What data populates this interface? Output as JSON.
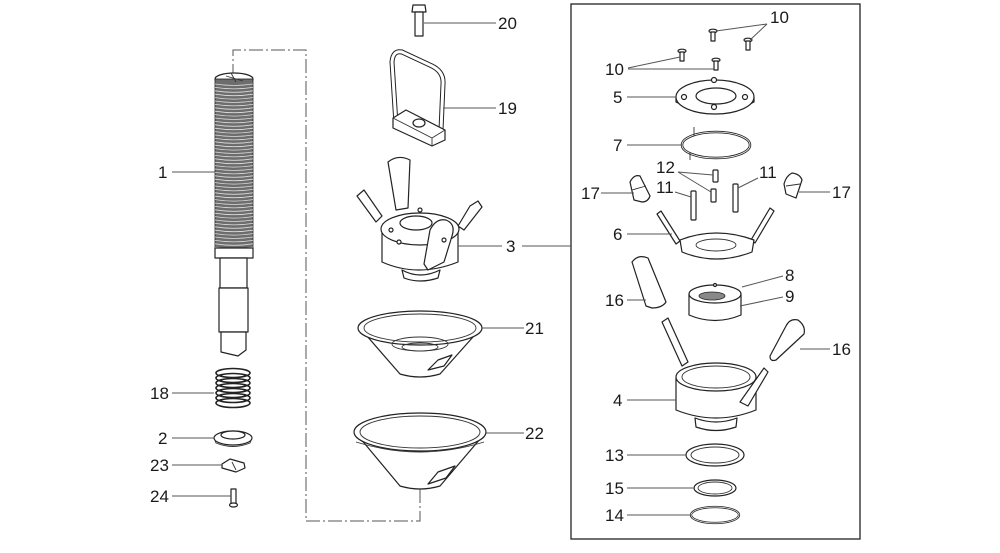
{
  "diagram": {
    "type": "exploded-parts-view",
    "callouts": [
      {
        "id": "c1",
        "label": "1"
      },
      {
        "id": "c2",
        "label": "2"
      },
      {
        "id": "c3",
        "label": "3"
      },
      {
        "id": "c4",
        "label": "4"
      },
      {
        "id": "c5",
        "label": "5"
      },
      {
        "id": "c6",
        "label": "6"
      },
      {
        "id": "c7",
        "label": "7"
      },
      {
        "id": "c8",
        "label": "8"
      },
      {
        "id": "c9",
        "label": "9"
      },
      {
        "id": "c10a",
        "label": "10"
      },
      {
        "id": "c10b",
        "label": "10"
      },
      {
        "id": "c11a",
        "label": "11"
      },
      {
        "id": "c11b",
        "label": "11"
      },
      {
        "id": "c12",
        "label": "12"
      },
      {
        "id": "c13",
        "label": "13"
      },
      {
        "id": "c14",
        "label": "14"
      },
      {
        "id": "c15",
        "label": "15"
      },
      {
        "id": "c16a",
        "label": "16"
      },
      {
        "id": "c16b",
        "label": "16"
      },
      {
        "id": "c17a",
        "label": "17"
      },
      {
        "id": "c17b",
        "label": "17"
      },
      {
        "id": "c18",
        "label": "18"
      },
      {
        "id": "c19",
        "label": "19"
      },
      {
        "id": "c20",
        "label": "20"
      },
      {
        "id": "c21",
        "label": "21"
      },
      {
        "id": "c22",
        "label": "22"
      },
      {
        "id": "c23",
        "label": "23"
      },
      {
        "id": "c24",
        "label": "24"
      }
    ],
    "parts": {
      "spindle": "threaded-spindle",
      "spring": "compression-spring",
      "collar": "seat-collar",
      "clip": "retaining-clip",
      "pin": "pin",
      "bolt": "hex-bolt",
      "lifting_handle": "lifting-bail",
      "head_assembly": "head-assembly",
      "cone_small": "cone-guard-small",
      "cone_large": "cone-guard-large",
      "cover_plate": "cover-plate",
      "screws": "countersunk-screws",
      "spring_ring": "spring-ring",
      "pins_11": "dowel-pins",
      "pins_12": "short-pins",
      "grips_17": "grip-caps",
      "lever_ring": "lever-ring",
      "nut_8": "nut-insert",
      "nut_9": "threaded-nut",
      "grips_16": "handle-grips",
      "housing_4": "housing",
      "ring_13": "o-ring-large",
      "ring_15": "o-ring-medium",
      "ring_14": "snap-ring"
    },
    "colors": {
      "line": "#222222",
      "leader": "#555555",
      "shade": "#d8d8d8",
      "background": "#ffffff"
    }
  }
}
